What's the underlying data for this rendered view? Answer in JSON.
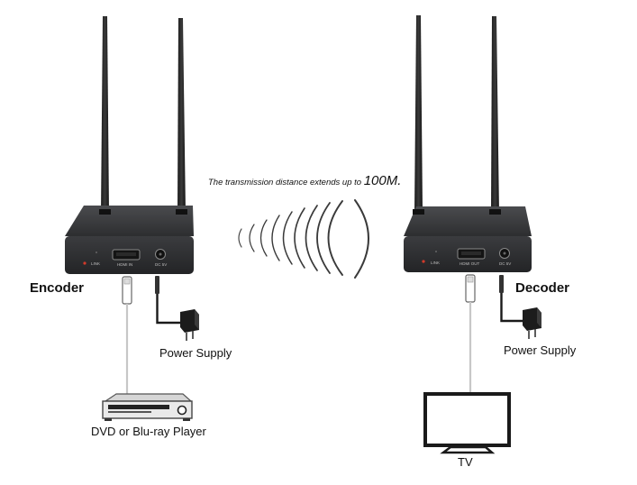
{
  "note": {
    "text": "The transmission distance extends up to ",
    "distance": "100M."
  },
  "encoder": {
    "label": "Encoder",
    "port_link": "LINK",
    "port_hdmi": "HDMI IN",
    "port_dc": "DC 5V"
  },
  "decoder": {
    "label": "Decoder",
    "port_link": "LINK",
    "port_hdmi": "HDMI OUT",
    "port_dc": "DC 5V"
  },
  "encoder_power": {
    "label": "Power Supply"
  },
  "decoder_power": {
    "label": "Power Supply"
  },
  "source": {
    "label": "DVD or Blu-ray Player"
  },
  "display": {
    "label": "TV"
  },
  "colors": {
    "device": "#2e2f31",
    "device_front": "#3a3b3e",
    "line": "#bfbfbf",
    "led": "#d23a2a"
  }
}
